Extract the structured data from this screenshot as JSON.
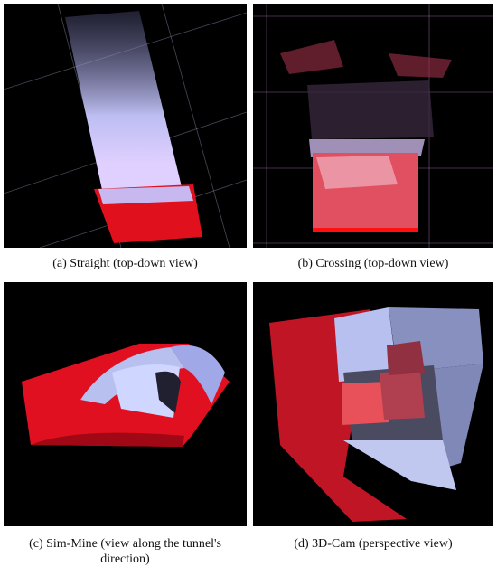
{
  "figure": {
    "panels": [
      {
        "id": "a",
        "caption": "(a)  Straight (top-down view)"
      },
      {
        "id": "b",
        "caption": "(b)  Crossing (top-down view)"
      },
      {
        "id": "c",
        "caption": "(c)  Sim-Mine (view along the tunnel's direction)"
      },
      {
        "id": "d",
        "caption": "(d)  3D-Cam (perspective view)"
      }
    ]
  }
}
